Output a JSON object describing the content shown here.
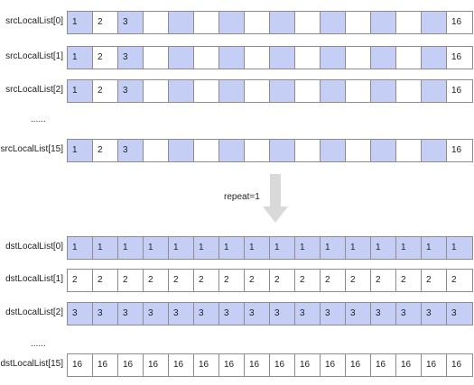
{
  "src": {
    "rows": [
      {
        "label": "srcLocalList[0]",
        "cells": [
          "1",
          "2",
          "3",
          "",
          "",
          "",
          "",
          "",
          "",
          "",
          "",
          "",
          "",
          "",
          "",
          "16"
        ]
      },
      {
        "label": "srcLocalList[1]",
        "cells": [
          "1",
          "2",
          "3",
          "",
          "",
          "",
          "",
          "",
          "",
          "",
          "",
          "",
          "",
          "",
          "",
          "16"
        ]
      },
      {
        "label": "srcLocalList[2]",
        "cells": [
          "1",
          "2",
          "3",
          "",
          "",
          "",
          "",
          "",
          "",
          "",
          "",
          "",
          "",
          "",
          "",
          "16"
        ]
      },
      {
        "label": "srcLocalList[15]",
        "cells": [
          "1",
          "2",
          "3",
          "",
          "",
          "",
          "",
          "",
          "",
          "",
          "",
          "",
          "",
          "",
          "",
          "16"
        ]
      }
    ],
    "ellipsis": "......"
  },
  "repeat_label": "repeat=1",
  "dst": {
    "rows": [
      {
        "label": "dstLocalList[0]",
        "cells": [
          "1",
          "1",
          "1",
          "1",
          "1",
          "1",
          "1",
          "1",
          "1",
          "1",
          "1",
          "1",
          "1",
          "1",
          "1",
          "1"
        ]
      },
      {
        "label": "dstLocalList[1]",
        "cells": [
          "2",
          "2",
          "2",
          "2",
          "2",
          "2",
          "2",
          "2",
          "2",
          "2",
          "2",
          "2",
          "2",
          "2",
          "2",
          "2"
        ]
      },
      {
        "label": "dstLocalList[2]",
        "cells": [
          "3",
          "3",
          "3",
          "3",
          "3",
          "3",
          "3",
          "3",
          "3",
          "3",
          "3",
          "3",
          "3",
          "3",
          "3",
          "3"
        ]
      },
      {
        "label": "dstLocalList[15]",
        "cells": [
          "16",
          "16",
          "16",
          "16",
          "16",
          "16",
          "16",
          "16",
          "16",
          "16",
          "16",
          "16",
          "16",
          "16",
          "16",
          "16"
        ]
      }
    ],
    "ellipsis": "......"
  },
  "colors": {
    "cell_blue": "#c5cff5",
    "cell_white": "#ffffff",
    "border": "#8c8c8c",
    "arrow": "#d9d9d9"
  }
}
